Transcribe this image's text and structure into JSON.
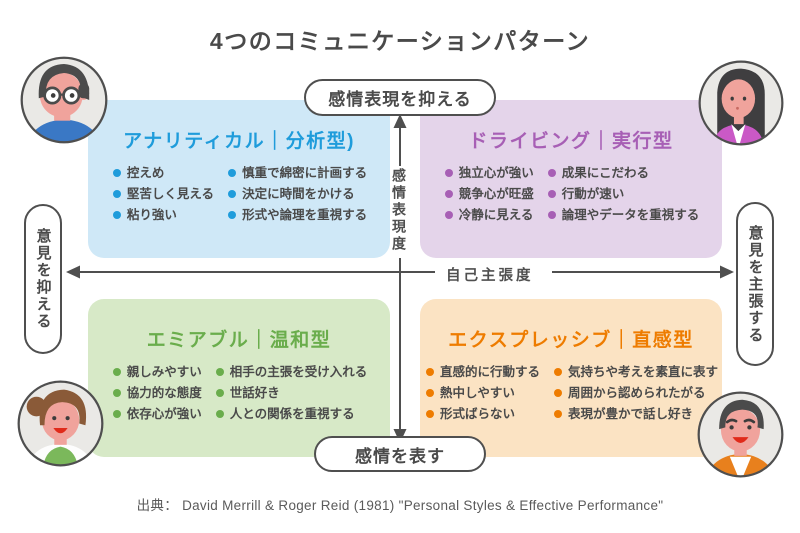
{
  "title": "4つのコミュニケーションパターン",
  "axis": {
    "top_bubble": "感情表現を抑える",
    "bottom_bubble": "感情を表す",
    "left_bubble": "意見を抑える",
    "right_bubble": "意見を主張する",
    "vertical_name": "感情表現度",
    "horizontal_name": "自己主張度"
  },
  "quadrants": [
    {
      "key": "analytical",
      "title": "アナリティカル｜分析型)",
      "accent": "#1f9cdb",
      "bg": "#cfe8f7",
      "traits_col1": [
        "控えめ",
        "堅苦しく見える",
        "粘り強い"
      ],
      "traits_col2": [
        "慎重で綿密に計画する",
        "決定に時間をかける",
        "形式や論理を重視する"
      ]
    },
    {
      "key": "driving",
      "title": "ドライビング｜実行型",
      "accent": "#a75fb5",
      "bg": "#e4d4ea",
      "traits_col1": [
        "独立心が強い",
        "競争心が旺盛",
        "冷静に見える"
      ],
      "traits_col2": [
        "成果にこだわる",
        "行動が速い",
        "論理やデータを重視する"
      ]
    },
    {
      "key": "amiable",
      "title": "エミアブル｜温和型",
      "accent": "#6aad4c",
      "bg": "#d7e9c7",
      "traits_col1": [
        "親しみやすい",
        "協力的な態度",
        "依存心が強い"
      ],
      "traits_col2": [
        "相手の主張を受け入れる",
        "世話好き",
        "人との関係を重視する"
      ]
    },
    {
      "key": "expressive",
      "title": "エクスプレッシブ｜直感型",
      "accent": "#ee7c00",
      "bg": "#fbe3c3",
      "traits_col1": [
        "直感的に行動する",
        "熱中しやすい",
        "形式ばらない"
      ],
      "traits_col2": [
        "気持ちや考えを素直に表す",
        "周囲から認められたがる",
        "表現が豊かで話し好き"
      ]
    }
  ],
  "avatars": [
    {
      "position": "top-left",
      "depicts": "man with glasses and blue shirt"
    },
    {
      "position": "top-right",
      "depicts": "woman with long dark hair and purple cardigan"
    },
    {
      "position": "bottom-left",
      "depicts": "smiling woman with brown bun and green shirt"
    },
    {
      "position": "bottom-right",
      "depicts": "smiling man with orange jacket"
    }
  ],
  "colors": {
    "text": "#4a4a4a",
    "line": "#4f4f4f",
    "analytical_accent": "#1f9cdb",
    "driving_accent": "#a75fb5",
    "amiable_accent": "#6aad4c",
    "expressive_accent": "#ee7c00"
  },
  "source": "出典： David Merrill & Roger Reid (1981) \"Personal Styles & Effective Performance\""
}
